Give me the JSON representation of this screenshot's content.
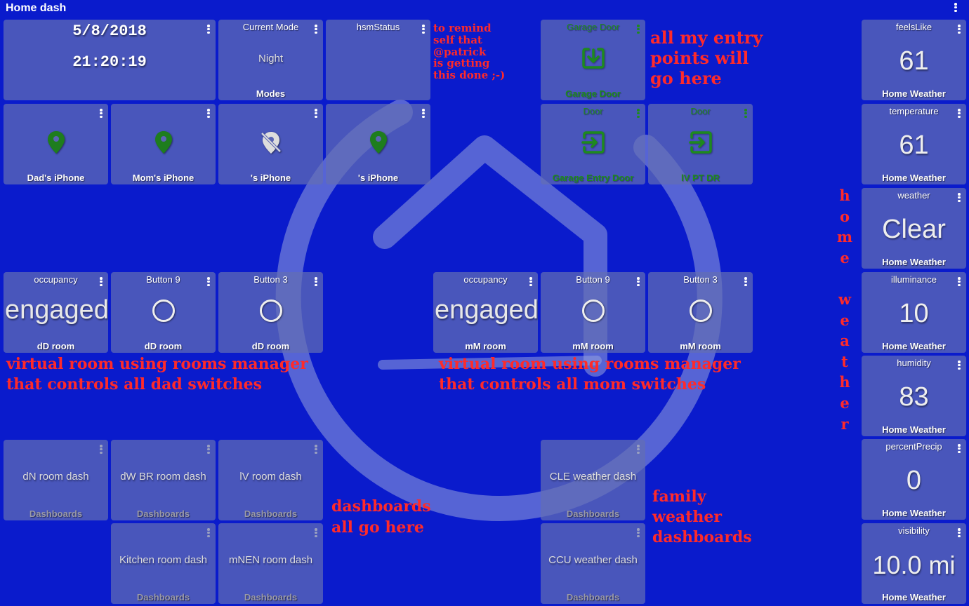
{
  "header": {
    "title": "Home dash",
    "menu_icon": "kebab-menu-icon"
  },
  "clock": {
    "date": "5/8/2018",
    "time": "21:20:19"
  },
  "mode_tile": {
    "title": "Current Mode",
    "value": "Night",
    "label": "Modes"
  },
  "hsm_tile": {
    "title": "hsmStatus",
    "value": "",
    "label": ""
  },
  "notes": {
    "hsm": "to remind\nself that\n@patrick\nis getting\nthis done ;-)",
    "entry": "all my entry\npoints will\ngo here",
    "dad_room": "virtual room using rooms manager\nthat controls all dad switches",
    "mom_room": "virtual room using rooms manager\nthat controls all mom switches",
    "dashboards": "dashboards\nall go here",
    "family_weather": "family\nweather\ndashboards",
    "home_weather_vertical": [
      "h",
      "o",
      "m",
      "e",
      "",
      "w",
      "e",
      "a",
      "t",
      "h",
      "e",
      "r"
    ]
  },
  "presence": [
    {
      "label": "Dad's iPhone",
      "icon": "map-pin-icon",
      "state": "present",
      "color": "#1e7d1e"
    },
    {
      "label": "Mom's iPhone",
      "icon": "map-pin-icon",
      "state": "present",
      "color": "#1e7d1e"
    },
    {
      "label": "'s iPhone",
      "icon": "map-pin-off-icon",
      "state": "not present",
      "color": "#dddddd"
    },
    {
      "label": "'s iPhone",
      "icon": "map-pin-icon",
      "state": "present",
      "color": "#1e7d1e"
    }
  ],
  "entry": [
    {
      "title": "Garage Door",
      "label": "Garage Door",
      "icon": "garage-door-closed-icon"
    },
    {
      "title": "Door",
      "label": "Garage Entry Door",
      "icon": "door-closed-icon"
    },
    {
      "title": "Door",
      "label": "lV PT DR",
      "icon": "door-closed-icon"
    }
  ],
  "dad_room": [
    {
      "title": "occupancy",
      "value": "engaged",
      "label": "dD room",
      "type": "text"
    },
    {
      "title": "Button 9",
      "value": "",
      "label": "dD room",
      "type": "button"
    },
    {
      "title": "Button 3",
      "value": "",
      "label": "dD room",
      "type": "button"
    }
  ],
  "mom_room": [
    {
      "title": "occupancy",
      "value": "engaged",
      "label": "mM room",
      "type": "text"
    },
    {
      "title": "Button 9",
      "value": "",
      "label": "mM room",
      "type": "button"
    },
    {
      "title": "Button 3",
      "value": "",
      "label": "mM room",
      "type": "button"
    }
  ],
  "dashboards": [
    {
      "name": "dN room dash",
      "label": "Dashboards"
    },
    {
      "name": "dW BR room dash",
      "label": "Dashboards"
    },
    {
      "name": "lV room dash",
      "label": "Dashboards"
    },
    {
      "name": "Kitchen room dash",
      "label": "Dashboards"
    },
    {
      "name": "mNEN room dash",
      "label": "Dashboards"
    },
    {
      "name": "CLE weather dash",
      "label": "Dashboards"
    },
    {
      "name": "CCU weather dash",
      "label": "Dashboards"
    }
  ],
  "weather": [
    {
      "title": "feelsLike",
      "value": "61",
      "label": "Home Weather"
    },
    {
      "title": "temperature",
      "value": "61",
      "label": "Home Weather"
    },
    {
      "title": "weather",
      "value": "Clear",
      "label": "Home Weather"
    },
    {
      "title": "illuminance",
      "value": "10",
      "label": "Home Weather"
    },
    {
      "title": "humidity",
      "value": "83",
      "label": "Home Weather"
    },
    {
      "title": "percentPrecip",
      "value": "0",
      "label": "Home Weather"
    },
    {
      "title": "visibility",
      "value": "10.0 mi",
      "label": "Home Weather"
    }
  ],
  "colors": {
    "background": "#0a1bcc",
    "tile": "#434ea3",
    "present_green": "#1e7d1e",
    "note_red": "#ff2a2a"
  }
}
